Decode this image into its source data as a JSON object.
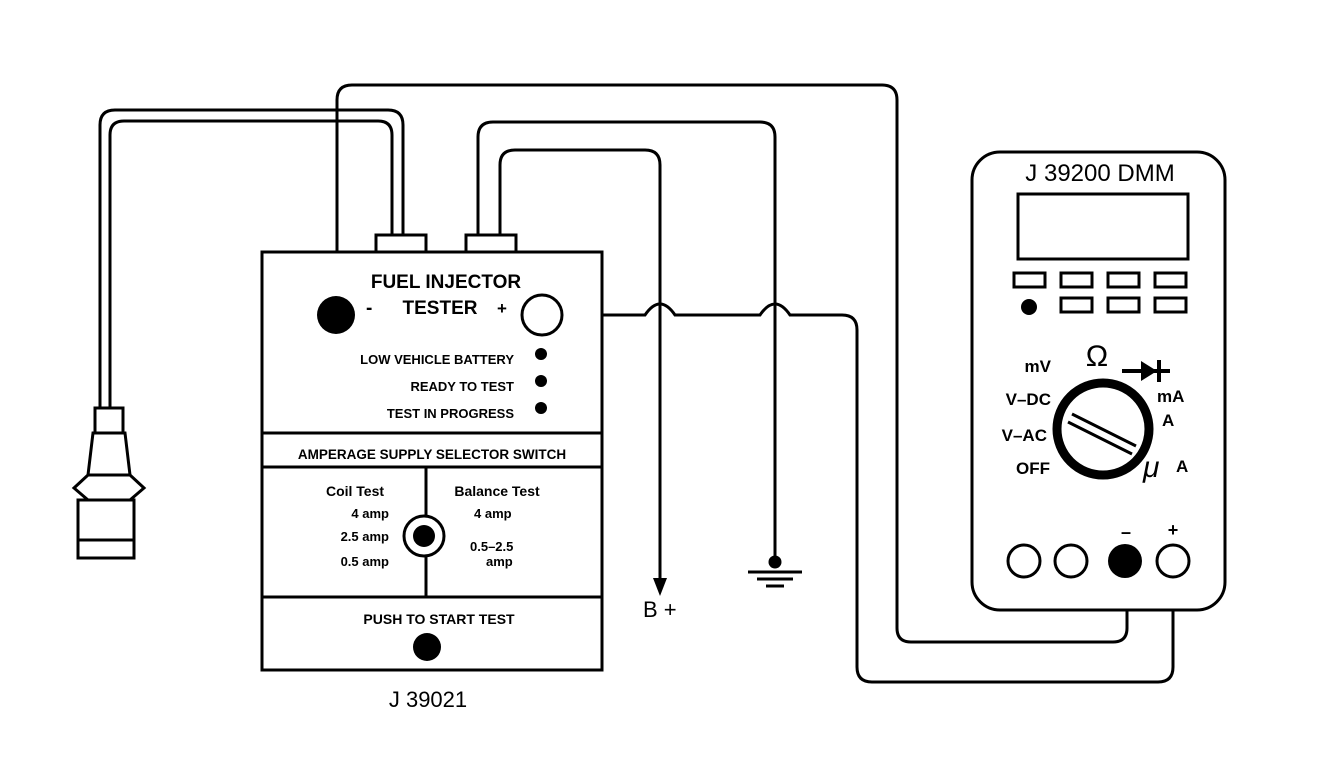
{
  "tester": {
    "title_line1": "FUEL INJECTOR",
    "title_line2": "TESTER",
    "minus": "-",
    "plus": "+",
    "indicators": [
      "LOW VEHICLE BATTERY",
      "READY TO TEST",
      "TEST IN PROGRESS"
    ],
    "selector_header": "AMPERAGE SUPPLY SELECTOR SWITCH",
    "coil_test": {
      "title": "Coil Test",
      "options": [
        "4 amp",
        "2.5 amp",
        "0.5 amp"
      ]
    },
    "balance_test": {
      "title": "Balance Test",
      "option1": "4 amp",
      "option2_line1": "0.5–2.5",
      "option2_line2": "amp"
    },
    "push_label": "PUSH TO START TEST",
    "model": "J 39021"
  },
  "battery_label": "B +",
  "dmm": {
    "model": "J 39200 DMM",
    "dial": {
      "mv": "mV",
      "ohm": "Ω",
      "vdc": "V–DC",
      "vac": "V–AC",
      "off": "OFF",
      "ma": "mA",
      "a": "A",
      "ua_mu": "μ",
      "ua_a": "A"
    },
    "jack_minus": "–",
    "jack_plus": "+"
  }
}
